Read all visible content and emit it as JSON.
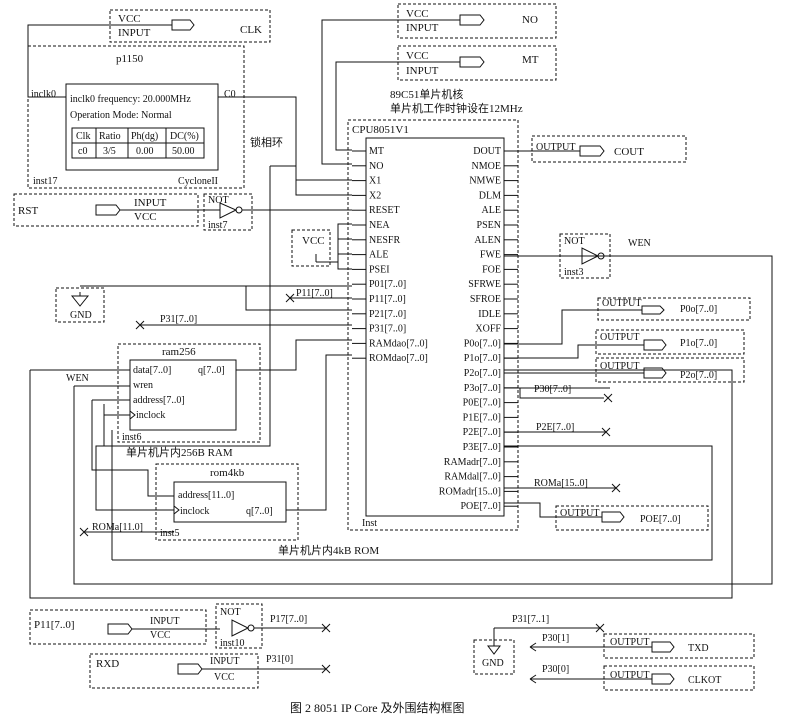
{
  "caption": "图 2   8051 IP Core 及外围结构框图",
  "vcc": "VCC",
  "input": "INPUT",
  "output": "OUTPUT",
  "not_label": "NOT",
  "gnd": "GND",
  "top_inputs": {
    "clk": "CLK",
    "no": "NO",
    "mt": "MT"
  },
  "pll": {
    "title": "p1150",
    "inclk_port": "inclk0",
    "c0_port": "C0",
    "freq_text": "inclk0 frequency: 20.000MHz",
    "mode_text": "Operation Mode: Normal",
    "table_headers": [
      "Clk",
      "Ratio",
      "Ph(dg)",
      "DC(%)"
    ],
    "table_row": [
      "c0",
      "3/5",
      "0.00",
      "50.00"
    ],
    "inst": "inst17",
    "family": "CycloneII",
    "annotation": "锁相环"
  },
  "core_note_1": "89C51单片机核",
  "core_note_2": "单片机工作时钟设在12MHz",
  "cpu": {
    "title": "CPU8051V1",
    "inst": "Inst",
    "left_pins": [
      "MT",
      "NO",
      "X1",
      "X2",
      "RESET",
      "NEA",
      "NESFR",
      "ALE",
      "PSEI",
      "P01[7..0]",
      "P11[7..0]",
      "P21[7..0]",
      "P31[7..0]",
      "RAMdao[7..0]",
      "ROMdao[7..0]"
    ],
    "right_pins": [
      "DOUT",
      "NMOE",
      "NMWE",
      "DLM",
      "ALE",
      "PSEN",
      "ALEN",
      "FWE",
      "FOE",
      "SFRWE",
      "SFROE",
      "IDLE",
      "XOFF",
      "P0o[7..0]",
      "P1o[7..0]",
      "P2o[7..0]",
      "P3o[7..0]",
      "P0E[7..0]",
      "P1E[7..0]",
      "P2E[7..0]",
      "P3E[7..0]",
      "RAMadr[7..0]",
      "RAMdal[7..0]",
      "ROMadr[15..0]",
      "POE[7..0]"
    ]
  },
  "rst_label": "RST",
  "inst7": "inst7",
  "inst3": "inst3",
  "inst10": "inst10",
  "wen": "WEN",
  "sig": {
    "p11": "P11[7..0]",
    "p31": "P31[7..0]",
    "p30": "P30[7..0]",
    "p2e": "P2E[7..0]",
    "roma15": "ROMa[15..0]",
    "roma11": "ROMa[11.0]",
    "p17": "P17[7..0]",
    "p31_0": "P31[0]",
    "p31_71": "P31[7..1]",
    "p30_1": "P30[1]",
    "p30_0": "P30[0]"
  },
  "outputs": {
    "cout": "COUT",
    "p0o": "P0o[7..0]",
    "p1o": "P1o[7..0]",
    "p2o": "P2o[7..0]",
    "poe": "POE[7..0]",
    "txd": "TXD",
    "clkot": "CLKOT"
  },
  "ram": {
    "title": "ram256",
    "pins": [
      "data[7..0]",
      "wren",
      "address[7..0]",
      "inclock"
    ],
    "q": "q[7..0]",
    "inst": "inst6",
    "note": "单片机片内256B RAM"
  },
  "rom": {
    "title": "rom4kb",
    "pins": [
      "address[11..0]",
      "inclock"
    ],
    "q": "q[7..0]",
    "inst": "inst5",
    "note": "单片机片内4kB ROM"
  },
  "bottom_inputs": {
    "p11": "P11[7..0]",
    "rxd": "RXD"
  }
}
